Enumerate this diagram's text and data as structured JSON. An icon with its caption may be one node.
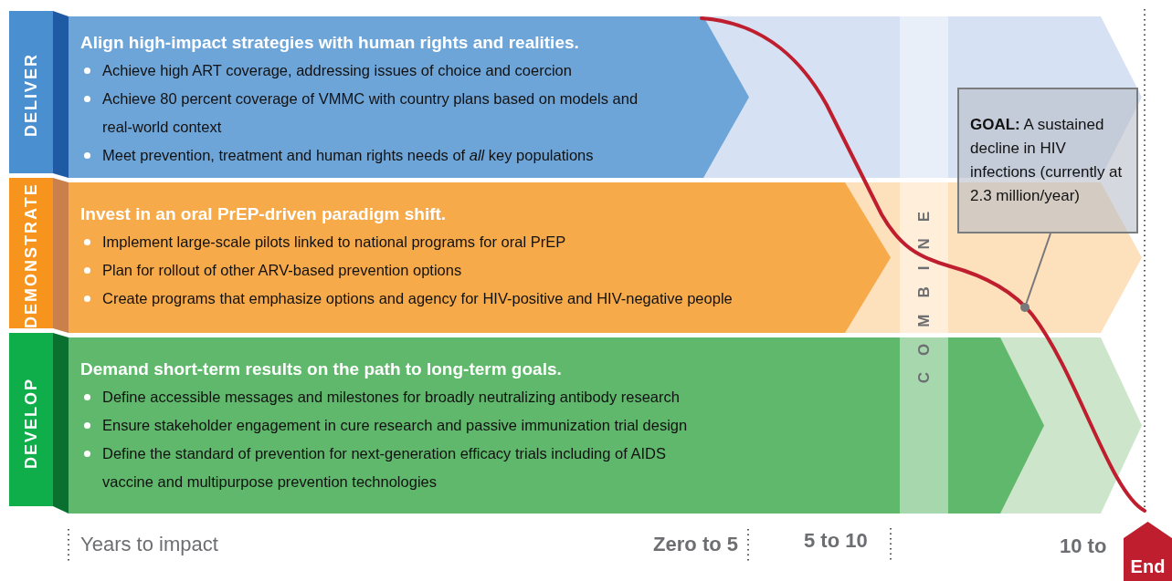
{
  "diagram": {
    "nodes": [
      {
        "text": [
          "DELIVER"
        ]
      },
      {
        "text": [
          "Align high-impact strategies with human rights and realities.",
          "Achieve high ART coverage, addressing issues of choice and coercion",
          "Achieve 80 percent coverage of VMMC with country plans based on models and real-world context",
          "Meet prevention, treatment and human rights needs of *all* key populations"
        ]
      },
      {
        "text": [
          "DEMONSTRATE"
        ]
      },
      {
        "text": [
          "Invest in an oral PrEP-driven paradigm shift.",
          "Implement large-scale pilots linked to national programs for oral PrEP",
          "Plan for rollout of other ARV-based prevention options",
          "Create programs that emphasize options and agency for HIV-positive and HIV-negative people"
        ]
      },
      {
        "text": [
          "DEVELOP"
        ]
      },
      {
        "text": [
          "Demand short-term results on the path to long-term goals.",
          "Define accessible messages and milestones for broadly neutralizing antibody research",
          "Ensure stakeholder engagement in cure research and passive immunization trial design",
          "Define the standard of prevention for next-generation efficacy trials including of AIDS vaccine and multipurpose prevention technologies"
        ]
      },
      {
        "text": [
          "COMBINE"
        ]
      },
      {
        "text": [
          "**GOAL:** A sustained decline in HIV infections (currently at 2.3 million/year)"
        ]
      },
      {
        "text": [],
        "shape": "circle"
      },
      {
        "text": [
          "End"
        ],
        "beside": [
          "10 to"
        ]
      }
    ],
    "edges": [
      {
        "from": 7,
        "to": 8,
        "arrow": "none"
      }
    ],
    "labels": [
      "Years to impact",
      "Zero to 5",
      "5 to 10"
    ]
  }
}
